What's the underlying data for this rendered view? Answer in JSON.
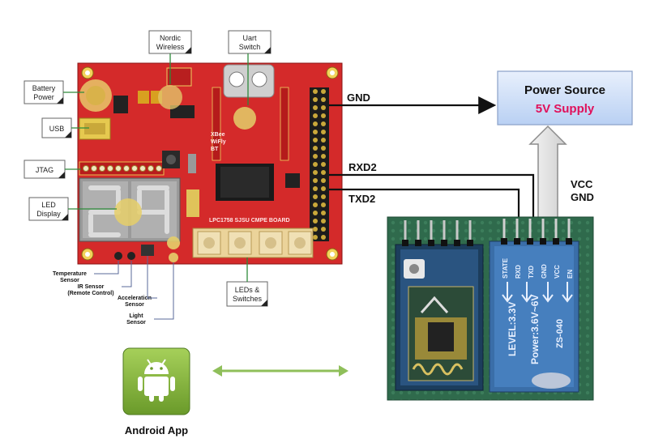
{
  "labels": {
    "battery": [
      "Battery",
      "Power"
    ],
    "usb": "USB",
    "jtag": "JTAG",
    "led_display": [
      "LED",
      "Display"
    ],
    "nordic": [
      "Nordic",
      "Wireless"
    ],
    "uart": [
      "Uart",
      "Switch"
    ],
    "leds_switches": [
      "LEDs &",
      "Switches"
    ],
    "temp_sensor": [
      "Temperature",
      "Sensor"
    ],
    "ir_sensor": [
      "IR Sensor",
      "(Remote Control)"
    ],
    "accel_sensor": [
      "Acceleration",
      "Sensor"
    ],
    "light_sensor": [
      "Light",
      "Sensor"
    ]
  },
  "board": {
    "silkscreen": "LPC1758 SJSU CMPE BOARD",
    "xbee": [
      "XBee",
      "WiFly",
      "BT"
    ]
  },
  "signals": {
    "gnd": "GND",
    "rxd2": "RXD2",
    "txd2": "TXD2",
    "vcc": "VCC",
    "gnd2": "GND"
  },
  "power_source": {
    "title": "Power Source",
    "subtitle": "5V Supply",
    "subtitle_color": "#e0105a"
  },
  "bt_module": {
    "pins": [
      "STATE",
      "RXD",
      "TXD",
      "GND",
      "VCC",
      "EN"
    ],
    "text": [
      "LEVEL:3.3V",
      "Power:3.6V~6V",
      "ZS-040"
    ]
  },
  "android": {
    "label": "Android App",
    "icon": "android-app-icon"
  },
  "colors": {
    "board_red": "#d42a2a",
    "module_green": "#2f6a4c",
    "arrow_green": "#8fbf5a",
    "power_box": "#cfe0f8"
  }
}
